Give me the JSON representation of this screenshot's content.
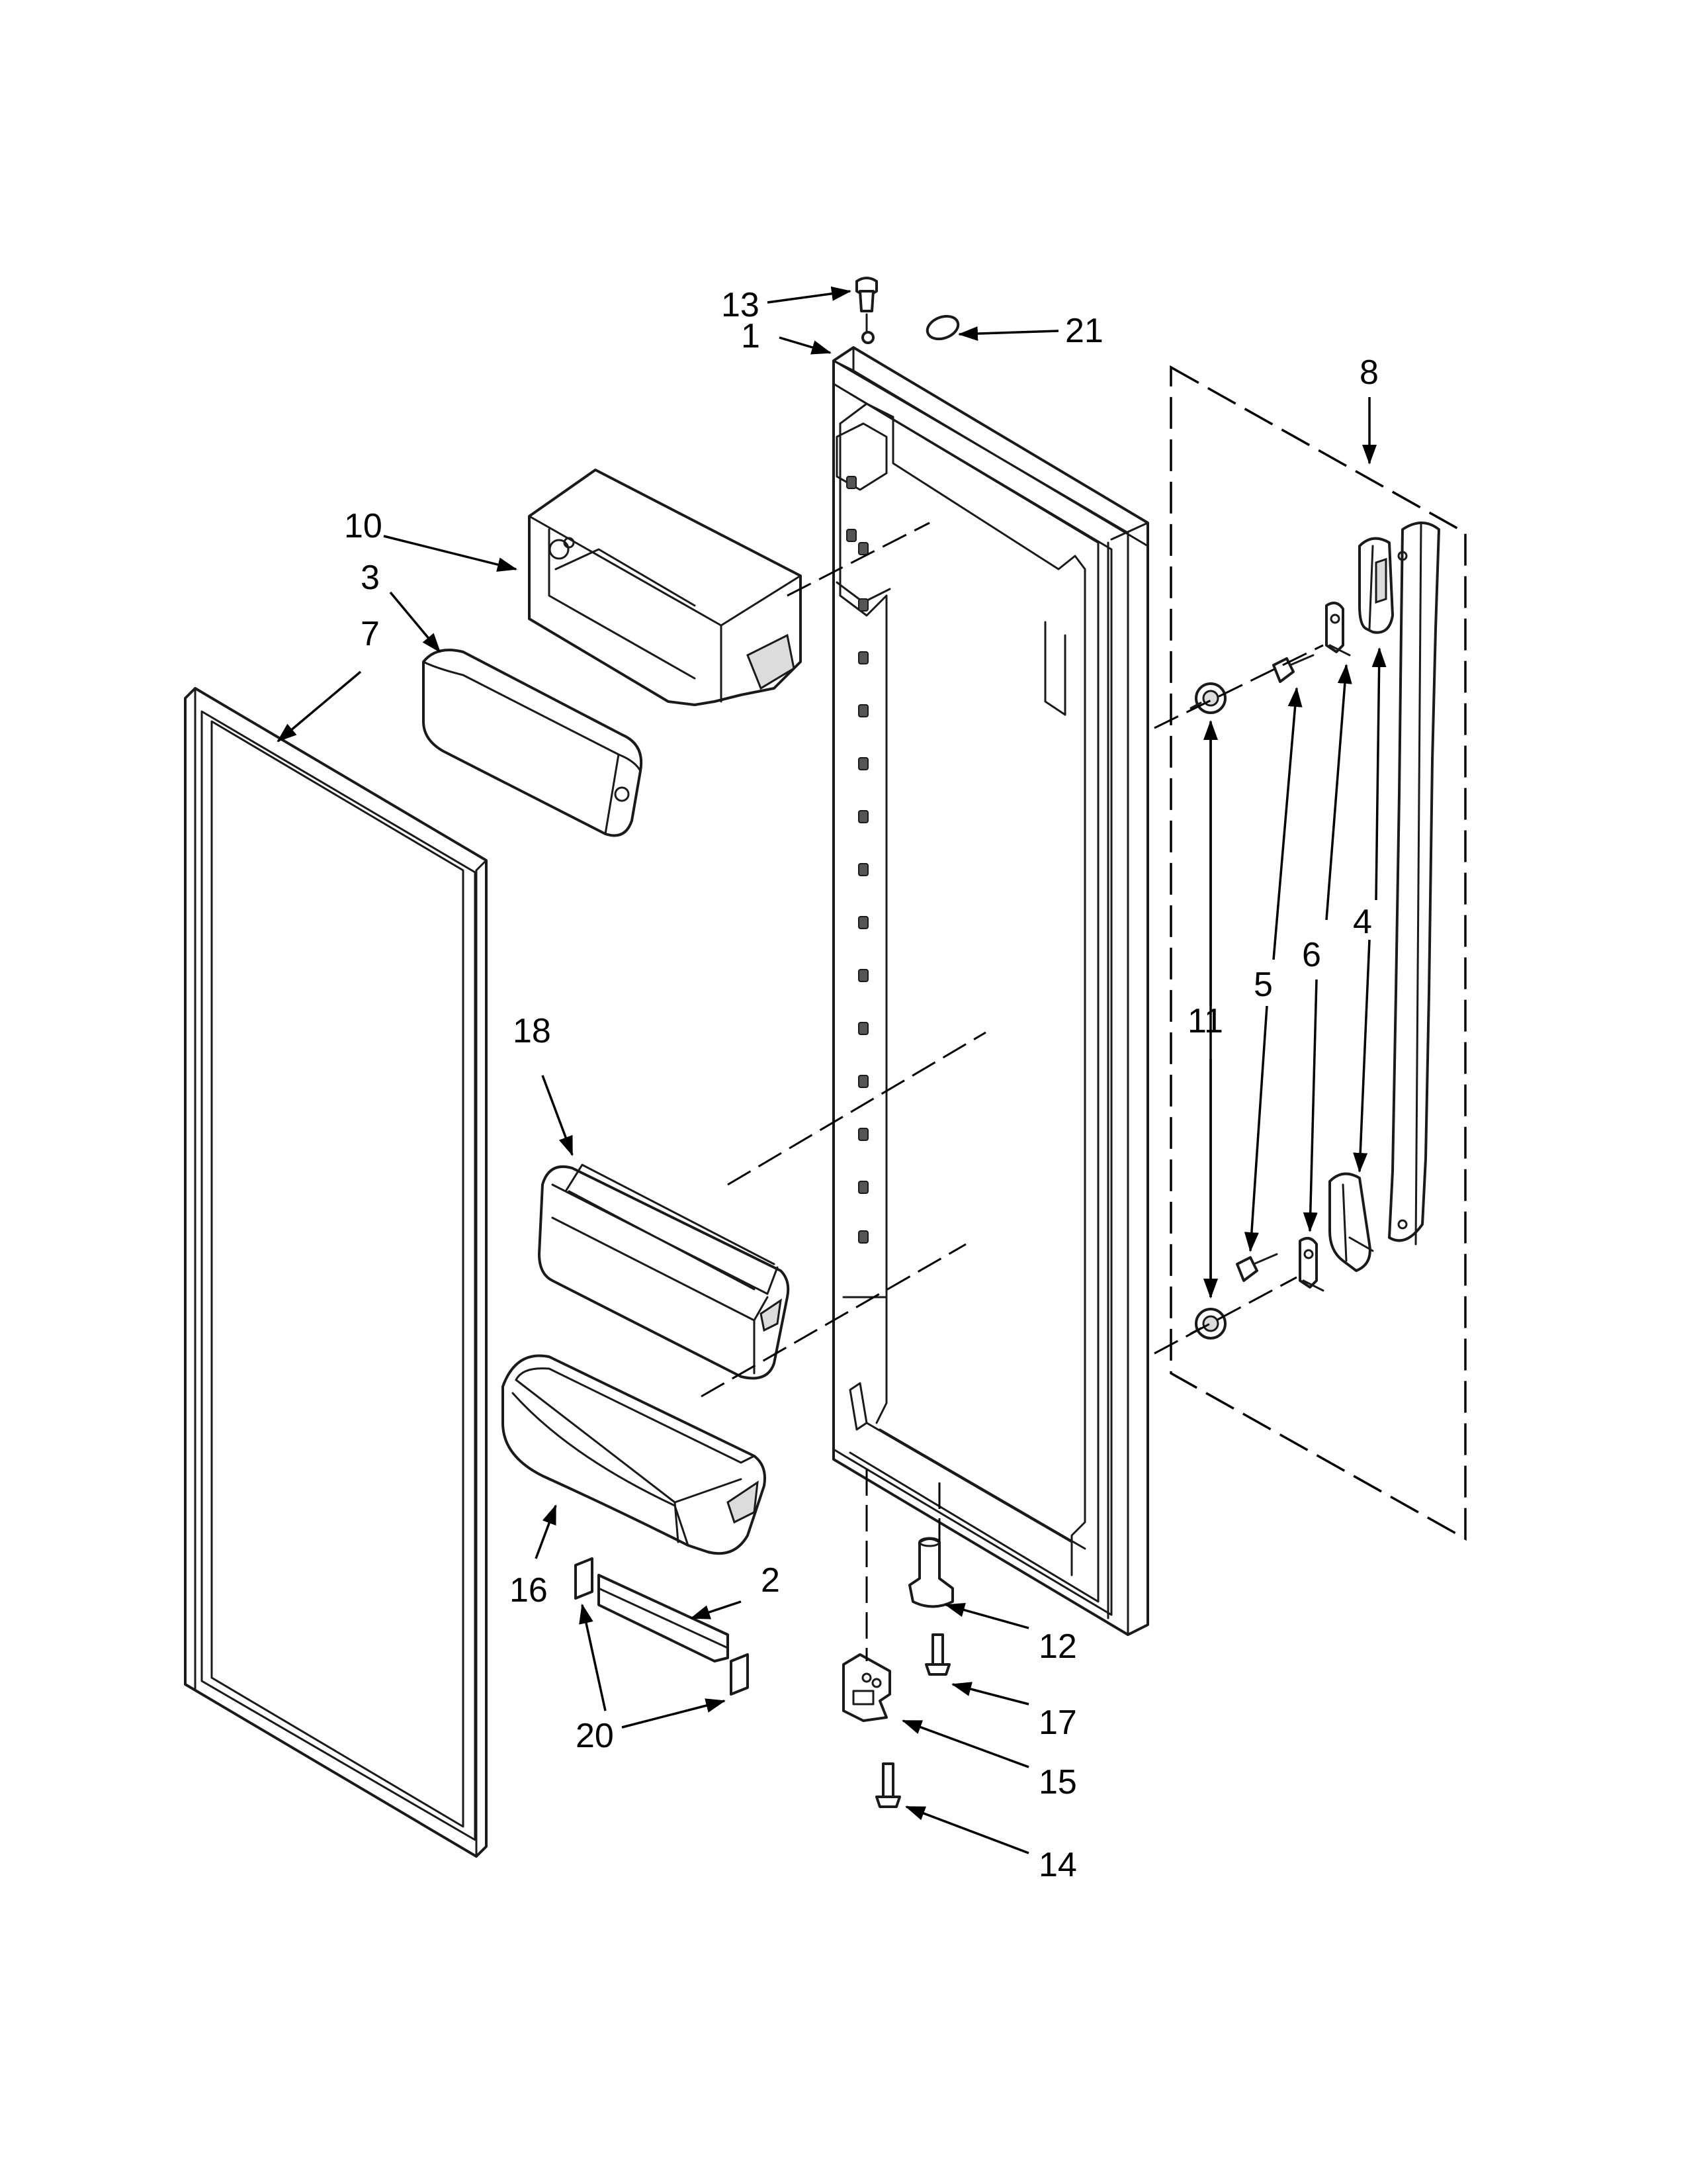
{
  "diagram": {
    "colors": {
      "line": "#000000",
      "background": "#ffffff",
      "fill_shade": "#dcdcdc"
    },
    "callouts": {
      "c1": "1",
      "c2": "2",
      "c3": "3",
      "c4": "4",
      "c5": "5",
      "c6": "6",
      "c7": "7",
      "c8": "8",
      "c10": "10",
      "c11": "11",
      "c12": "12",
      "c13": "13",
      "c14": "14",
      "c15": "15",
      "c16": "16",
      "c17": "17",
      "c18": "18",
      "c20": "20",
      "c21": "21"
    }
  }
}
